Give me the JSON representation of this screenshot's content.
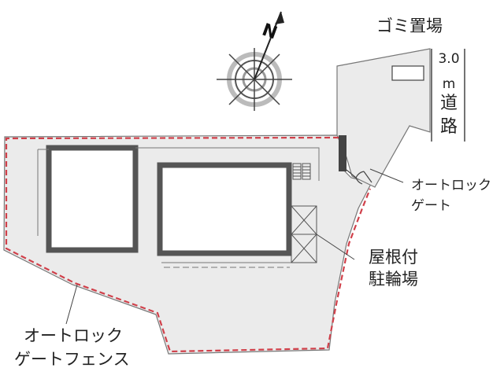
{
  "labels": {
    "garbage": "ゴミ置場",
    "road_width": "3.0",
    "road_unit": "m",
    "road_1": "道",
    "road_2": "路",
    "autolock_gate_1": "オートロック",
    "autolock_gate_2": "ゲート",
    "bike_parking_1": "屋根付",
    "bike_parking_2": "駐輪場",
    "fence_1": "オートロック",
    "fence_2": "ゲートフェンス",
    "north": "N"
  },
  "colors": {
    "site_fill": "#ebebeb",
    "fence": "#d0404a",
    "building_wall": "#555555",
    "outline": "#666666"
  },
  "icons": {
    "compass": "compass-rose-icon"
  }
}
